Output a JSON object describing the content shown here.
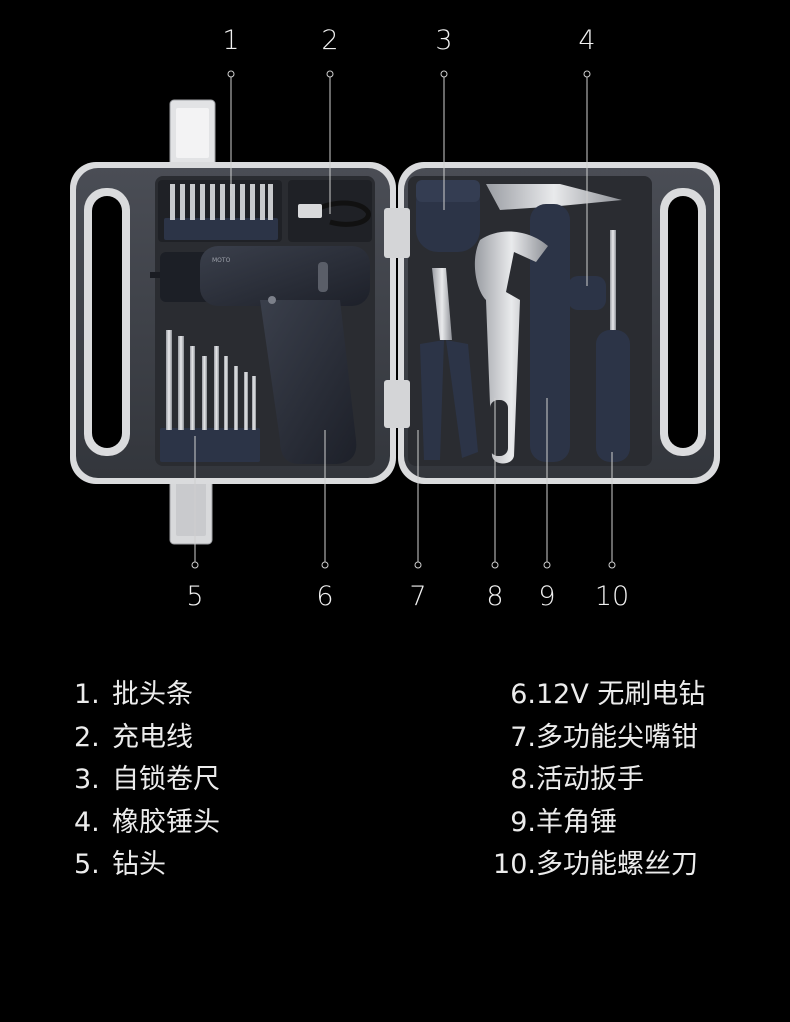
{
  "callouts_top": [
    "1",
    "2",
    "3",
    "4"
  ],
  "callouts_bottom": [
    "5",
    "6",
    "7",
    "8",
    "9",
    "10"
  ],
  "brand_text": "MOTO",
  "legend_left": [
    {
      "num": "1.",
      "label": "批头条"
    },
    {
      "num": "2.",
      "label": "充电线"
    },
    {
      "num": "3.",
      "label": "自锁卷尺"
    },
    {
      "num": "4.",
      "label": "橡胶锤头"
    },
    {
      "num": "5.",
      "label": "钻头"
    }
  ],
  "legend_right": [
    {
      "num": "6.",
      "label": "12V 无刷电钻"
    },
    {
      "num": "7.",
      "label": "多功能尖嘴钳"
    },
    {
      "num": "8.",
      "label": "活动扳手"
    },
    {
      "num": "9.",
      "label": "羊角锤"
    },
    {
      "num": "10.",
      "label": "多功能螺丝刀"
    }
  ],
  "colors": {
    "background": "#000000",
    "case": "#3f4249",
    "case_rim": "#d9dadc",
    "tool_navy": "#2c3447",
    "leader": "#cfcfcf"
  }
}
